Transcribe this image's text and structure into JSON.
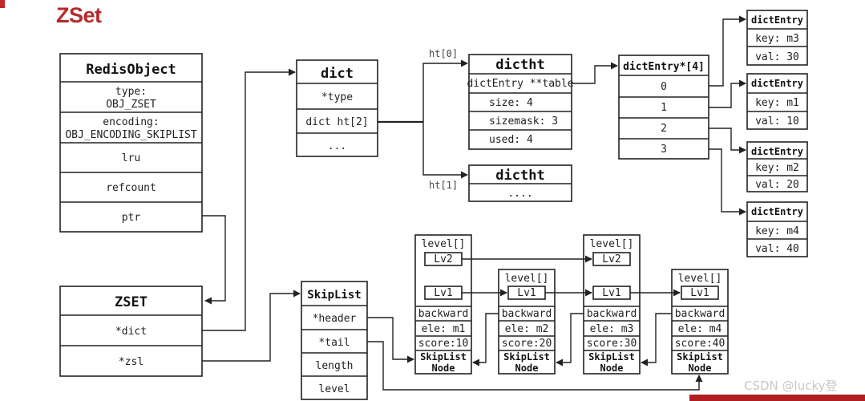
{
  "title": "ZSet",
  "watermark": "CSDN @lucky登",
  "redisObject": {
    "header": "RedisObject",
    "type_label": "type:",
    "type_value": "OBJ_ZSET",
    "encoding_label": "encoding:",
    "encoding_value": "OBJ_ENCODING_SKIPLIST",
    "lru": "lru",
    "refcount": "refcount",
    "ptr": "ptr"
  },
  "dict": {
    "header": "dict",
    "type": "*type",
    "ht": "dict ht[2]",
    "more": "..."
  },
  "ht_labels": {
    "ht0": "ht[0]",
    "ht1": "ht[1]"
  },
  "dictht0": {
    "header": "dictht",
    "table": "dictEntry **table",
    "size": "size: 4",
    "sizemask": "sizemask: 3",
    "used": "used: 4"
  },
  "dictht1": {
    "header": "dictht",
    "more": "...."
  },
  "entryArray": {
    "header": "dictEntry*[4]",
    "slots": [
      "0",
      "1",
      "2",
      "3"
    ]
  },
  "dictEntries": [
    {
      "header": "dictEntry",
      "key": "key: m3",
      "val": "val: 30"
    },
    {
      "header": "dictEntry",
      "key": "key: m1",
      "val": "val: 10"
    },
    {
      "header": "dictEntry",
      "key": "key: m2",
      "val": "val: 20"
    },
    {
      "header": "dictEntry",
      "key": "key: m4",
      "val": "val: 40"
    }
  ],
  "zset": {
    "header": "ZSET",
    "dict": "*dict",
    "zsl": "*zsl"
  },
  "skiplist": {
    "header": "SkipList",
    "header_ptr": "*header",
    "tail_ptr": "*tail",
    "length": "length",
    "level": "level"
  },
  "skipNodes": [
    {
      "level": "level[]",
      "lv2": "Lv2",
      "lv1": "Lv1",
      "backward": "backward",
      "ele": "ele: m1",
      "score": "score:10",
      "name1": "SkipList",
      "name2": "Node"
    },
    {
      "level": "level[]",
      "lv1": "Lv1",
      "backward": "backward",
      "ele": "ele: m2",
      "score": "score:20",
      "name1": "SkipList",
      "name2": "Node"
    },
    {
      "level": "level[]",
      "lv2": "Lv2",
      "lv1": "Lv1",
      "backward": "backward",
      "ele": "ele: m3",
      "score": "score:30",
      "name1": "SkipList",
      "name2": "Node"
    },
    {
      "level": "level[]",
      "lv1": "Lv1",
      "backward": "backward",
      "ele": "ele: m4",
      "score": "score:40",
      "name1": "SkipList",
      "name2": "Node"
    }
  ]
}
